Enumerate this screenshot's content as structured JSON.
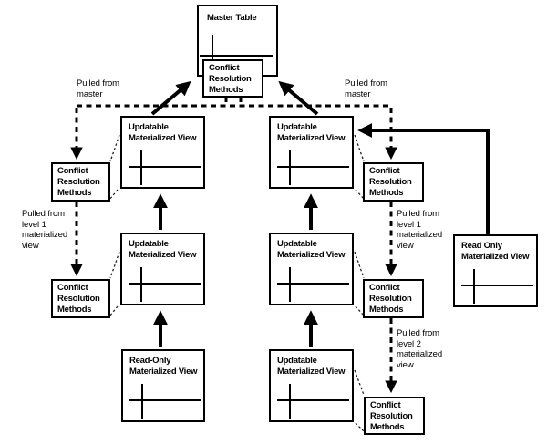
{
  "diagram": {
    "boxes": {
      "master": {
        "title": "Master Table"
      },
      "master_crm": {
        "title": "Conflict Resolution Methods"
      },
      "left_umv1": {
        "title": "Updatable Materialized View"
      },
      "left_crm1": {
        "title": "Conflict Resolution Methods"
      },
      "left_umv2": {
        "title": "Updatable Materialized View"
      },
      "left_crm2": {
        "title": "Conflict Resolution Methods"
      },
      "left_romv": {
        "title": "Read-Only Materialized View"
      },
      "right_umv1": {
        "title": "Updatable Materialized View"
      },
      "right_crm1": {
        "title": "Conflict Resolution Methods"
      },
      "right_umv2": {
        "title": "Updatable Materialized View"
      },
      "right_crm2": {
        "title": "Conflict Resolution Methods"
      },
      "right_umv3": {
        "title": "Updatable Materialized View"
      },
      "right_crm3": {
        "title": "Conflict Resolution Methods"
      },
      "far_right_romv": {
        "title": "Read Only Materialized View"
      }
    },
    "labels": {
      "pulled_master_left": "Pulled from\nmaster",
      "pulled_master_right": "Pulled from\nmaster",
      "pulled_level1_left": "Pulled from\nlevel 1\nmaterialized\nview",
      "pulled_level1_right": "Pulled from\nlevel 1\nmaterialized\nview",
      "pulled_level2_right": "Pulled from\nlevel 2\nmaterialized\nview"
    },
    "colors": {
      "line": "#000000",
      "background": "#ffffff"
    }
  }
}
